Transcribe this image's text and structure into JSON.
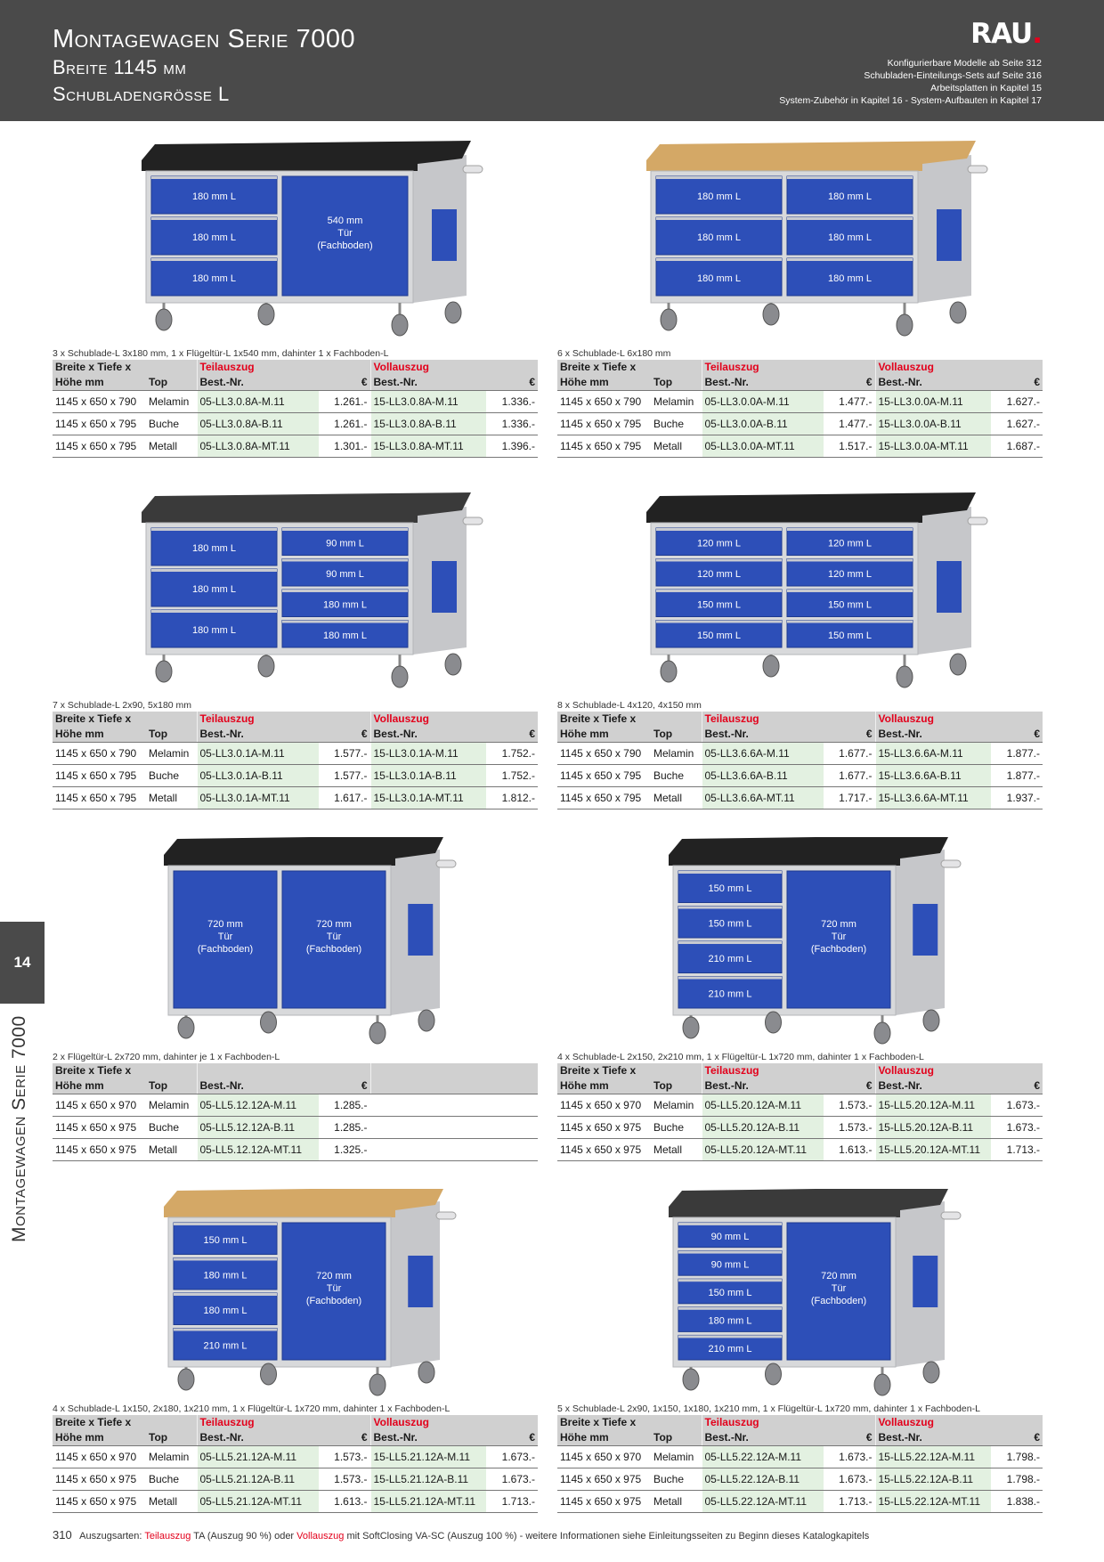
{
  "header": {
    "title": "Montagewagen Serie 7000",
    "width": "Breite 1145 mm",
    "drawer_size": "Schubladengrösse L",
    "logo": "RAU",
    "logo_dot": ".",
    "refs": [
      "Konfigurierbare Modelle ab Seite 312",
      "Schubladen-Einteilungs-Sets auf Seite 316",
      "Arbeitsplatten in Kapitel 15",
      "System-Zubehör in Kapitel 16 - System-Aufbauten in Kapitel 17"
    ]
  },
  "side": {
    "chapter": "14",
    "label": "Montagewagen Serie 7000"
  },
  "table_header": {
    "col1": "Breite x Tiefe x",
    "col1b": "Höhe mm",
    "top": "Top",
    "teil": "Teilauszug",
    "voll": "Vollauszug",
    "best": "Best.-Nr.",
    "euro": "€"
  },
  "products": [
    {
      "top_color": "#222222",
      "left_labels": [
        "180 mm L",
        "180 mm L",
        "180 mm L"
      ],
      "right_labels": [],
      "right_door": "540 mm|Tür|(Fachboden)",
      "caption": "3 x Schublade-L 3x180 mm, 1 x Flügeltür-L 1x540 mm, dahinter 1 x Fachboden-L",
      "rows": [
        [
          "1145 x 650 x 790",
          "Melamin",
          "05-LL3.0.8A-M.11",
          "1.261.-",
          "15-LL3.0.8A-M.11",
          "1.336.-"
        ],
        [
          "1145 x 650 x 795",
          "Buche",
          "05-LL3.0.8A-B.11",
          "1.261.-",
          "15-LL3.0.8A-B.11",
          "1.336.-"
        ],
        [
          "1145 x 650 x 795",
          "Metall",
          "05-LL3.0.8A-MT.11",
          "1.301.-",
          "15-LL3.0.8A-MT.11",
          "1.396.-"
        ]
      ]
    },
    {
      "top_color": "#d4a866",
      "left_labels": [
        "180 mm L",
        "180 mm L",
        "180 mm L"
      ],
      "right_labels": [
        "180 mm L",
        "180 mm L",
        "180 mm L"
      ],
      "right_door": "",
      "caption": "6 x Schublade-L 6x180 mm",
      "rows": [
        [
          "1145 x 650 x 790",
          "Melamin",
          "05-LL3.0.0A-M.11",
          "1.477.-",
          "15-LL3.0.0A-M.11",
          "1.627.-"
        ],
        [
          "1145 x 650 x 795",
          "Buche",
          "05-LL3.0.0A-B.11",
          "1.477.-",
          "15-LL3.0.0A-B.11",
          "1.627.-"
        ],
        [
          "1145 x 650 x 795",
          "Metall",
          "05-LL3.0.0A-MT.11",
          "1.517.-",
          "15-LL3.0.0A-MT.11",
          "1.687.-"
        ]
      ]
    },
    {
      "top_color": "#3a3a3a",
      "left_labels": [
        "180 mm L",
        "180 mm L",
        "180 mm L"
      ],
      "right_labels": [
        "90 mm L",
        "90 mm L",
        "180 mm L",
        "180 mm L"
      ],
      "right_door": "",
      "caption": "7 x Schublade-L 2x90, 5x180 mm",
      "rows": [
        [
          "1145 x 650 x 790",
          "Melamin",
          "05-LL3.0.1A-M.11",
          "1.577.-",
          "15-LL3.0.1A-M.11",
          "1.752.-"
        ],
        [
          "1145 x 650 x 795",
          "Buche",
          "05-LL3.0.1A-B.11",
          "1.577.-",
          "15-LL3.0.1A-B.11",
          "1.752.-"
        ],
        [
          "1145 x 650 x 795",
          "Metall",
          "05-LL3.0.1A-MT.11",
          "1.617.-",
          "15-LL3.0.1A-MT.11",
          "1.812.-"
        ]
      ]
    },
    {
      "top_color": "#222222",
      "left_labels": [
        "120 mm L",
        "120 mm L",
        "150 mm L",
        "150 mm L"
      ],
      "right_labels": [
        "120 mm L",
        "120 mm L",
        "150 mm L",
        "150 mm L"
      ],
      "right_door": "",
      "caption": "8 x Schublade-L 4x120, 4x150 mm",
      "rows": [
        [
          "1145 x 650 x 790",
          "Melamin",
          "05-LL3.6.6A-M.11",
          "1.677.-",
          "15-LL3.6.6A-M.11",
          "1.877.-"
        ],
        [
          "1145 x 650 x 795",
          "Buche",
          "05-LL3.6.6A-B.11",
          "1.677.-",
          "15-LL3.6.6A-B.11",
          "1.877.-"
        ],
        [
          "1145 x 650 x 795",
          "Metall",
          "05-LL3.6.6A-MT.11",
          "1.717.-",
          "15-LL3.6.6A-MT.11",
          "1.937.-"
        ]
      ]
    },
    {
      "top_color": "#222222",
      "left_labels": [],
      "left_door": "720 mm|Tür|(Fachboden)",
      "right_labels": [],
      "right_door": "720 mm|Tür|(Fachboden)",
      "caption": "2 x Flügeltür-L 2x720 mm, dahinter je 1 x Fachboden-L",
      "no_voll": true,
      "rows": [
        [
          "1145 x 650 x 970",
          "Melamin",
          "05-LL5.12.12A-M.11",
          "1.285.-",
          "",
          ""
        ],
        [
          "1145 x 650 x 975",
          "Buche",
          "05-LL5.12.12A-B.11",
          "1.285.-",
          "",
          ""
        ],
        [
          "1145 x 650 x 975",
          "Metall",
          "05-LL5.12.12A-MT.11",
          "1.325.-",
          "",
          ""
        ]
      ]
    },
    {
      "top_color": "#222222",
      "left_labels": [
        "150 mm L",
        "150 mm L",
        "210 mm L",
        "210 mm L"
      ],
      "right_labels": [],
      "right_door": "720 mm|Tür|(Fachboden)",
      "caption": "4 x Schublade-L 2x150, 2x210 mm, 1 x Flügeltür-L 1x720 mm, dahinter  1 x Fachboden-L",
      "rows": [
        [
          "1145 x 650 x 970",
          "Melamin",
          "05-LL5.20.12A-M.11",
          "1.573.-",
          "15-LL5.20.12A-M.11",
          "1.673.-"
        ],
        [
          "1145 x 650 x 975",
          "Buche",
          "05-LL5.20.12A-B.11",
          "1.573.-",
          "15-LL5.20.12A-B.11",
          "1.673.-"
        ],
        [
          "1145 x 650 x 975",
          "Metall",
          "05-LL5.20.12A-MT.11",
          "1.613.-",
          "15-LL5.20.12A-MT.11",
          "1.713.-"
        ]
      ]
    },
    {
      "top_color": "#d4a866",
      "left_labels": [
        "150 mm L",
        "180 mm L",
        "180 mm L",
        "210 mm L"
      ],
      "right_labels": [],
      "right_door": "720 mm|Tür|(Fachboden)",
      "caption": "4 x Schublade-L 1x150, 2x180, 1x210 mm, 1 x Flügeltür-L 1x720 mm, dahinter  1 x Fachboden-L",
      "rows": [
        [
          "1145 x 650 x 970",
          "Melamin",
          "05-LL5.21.12A-M.11",
          "1.573.-",
          "15-LL5.21.12A-M.11",
          "1.673.-"
        ],
        [
          "1145 x 650 x 975",
          "Buche",
          "05-LL5.21.12A-B.11",
          "1.573.-",
          "15-LL5.21.12A-B.11",
          "1.673.-"
        ],
        [
          "1145 x 650 x 975",
          "Metall",
          "05-LL5.21.12A-MT.11",
          "1.613.-",
          "15-LL5.21.12A-MT.11",
          "1.713.-"
        ]
      ]
    },
    {
      "top_color": "#3a3a3a",
      "left_labels": [
        "90 mm L",
        "90 mm L",
        "150 mm L",
        "180 mm L",
        "210 mm L"
      ],
      "right_labels": [],
      "right_door": "720 mm|Tür|(Fachboden)",
      "caption": "5 x Schublade-L 2x90, 1x150, 1x180, 1x210 mm, 1 x Flügeltür-L 1x720 mm, dahinter  1 x Fachboden-L",
      "rows": [
        [
          "1145 x 650 x 970",
          "Melamin",
          "05-LL5.22.12A-M.11",
          "1.673.-",
          "15-LL5.22.12A-M.11",
          "1.798.-"
        ],
        [
          "1145 x 650 x 975",
          "Buche",
          "05-LL5.22.12A-B.11",
          "1.673.-",
          "15-LL5.22.12A-B.11",
          "1.798.-"
        ],
        [
          "1145 x 650 x 975",
          "Metall",
          "05-LL5.22.12A-MT.11",
          "1.713.-",
          "15-LL5.22.12A-MT.11",
          "1.838.-"
        ]
      ]
    }
  ],
  "footer": {
    "page": "310",
    "prefix": "Auszugsarten:",
    "teil": "Teilauszug",
    "mid": "TA (Auszug 90 %)  oder",
    "voll": "Vollauszug",
    "suffix": "mit SoftClosing VA-SC (Auszug 100 %) -  weitere Informationen siehe Einleitungsseiten zu Beginn dieses Katalogkapitels"
  },
  "colors": {
    "blue": "#2d4fb8",
    "grey_body": "#d8d9db",
    "header_bg": "#4a4a4a",
    "accent_red": "#e3001b",
    "green_cell": "#e3f1e1"
  }
}
